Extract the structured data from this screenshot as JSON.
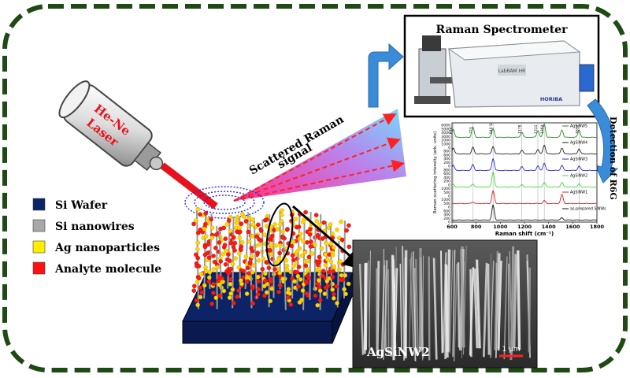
{
  "spectrometer": {
    "title": "Raman Spectrometer",
    "model_text": "LabRAM HR",
    "brand": "HORIBA"
  },
  "laser": {
    "label_line1": "He-Ne",
    "label_line2": "Laser",
    "color": "#e8101a"
  },
  "scatter": {
    "label_line1": "Scattered Raman",
    "label_line2": "signal"
  },
  "detection": {
    "label": "Detection of R6G"
  },
  "legend": [
    {
      "label": "Si Wafer",
      "color": "#0c2466"
    },
    {
      "label": "Si nanowires",
      "color": "#a8a8a8"
    },
    {
      "label": "Ag nanoparticles",
      "color": "#ffee00"
    },
    {
      "label": "Analyte molecule",
      "color": "#ff1010"
    }
  ],
  "sem": {
    "label": "AgSiNW2",
    "scale_text": "1 μm"
  },
  "border_color": "#1f4a14",
  "chart_data": {
    "type": "line",
    "xlabel": "Raman shift (cm⁻¹)",
    "ylabel": "Raman scattering intensity (arb. units)",
    "xlim": [
      600,
      1800
    ],
    "x_ticks": [
      600,
      800,
      1000,
      1200,
      1400,
      1600,
      1800
    ],
    "peak_labels": [
      "610",
      "773",
      "940 Si",
      "1178",
      "1311",
      "1364",
      "1652"
    ],
    "peak_positions": [
      610,
      773,
      940,
      1178,
      1311,
      1364,
      1652
    ],
    "y_ticks_visible": [
      "6000",
      "5000",
      "4000",
      "3000",
      "2000",
      "1000",
      "0",
      "800",
      "600",
      "400",
      "200",
      "0",
      "800",
      "600",
      "400",
      "200",
      "0",
      "1000",
      "500",
      "0",
      "1000",
      "500",
      "0",
      "600",
      "400",
      "200",
      "0"
    ],
    "series": [
      {
        "name": "AgSiNW5",
        "color": "#2b8a2b",
        "peaks": [
          [
            610,
            0.55
          ],
          [
            773,
            0.7
          ],
          [
            940,
            0.6
          ],
          [
            1178,
            0.35
          ],
          [
            1311,
            0.45
          ],
          [
            1364,
            0.9
          ],
          [
            1510,
            0.5
          ],
          [
            1652,
            0.5
          ]
        ]
      },
      {
        "name": "AgSiNW4",
        "color": "#222222",
        "peaks": [
          [
            610,
            0.4
          ],
          [
            773,
            0.45
          ],
          [
            940,
            0.5
          ],
          [
            1178,
            0.25
          ],
          [
            1311,
            0.3
          ],
          [
            1364,
            0.6
          ],
          [
            1510,
            0.4
          ],
          [
            1652,
            0.35
          ]
        ]
      },
      {
        "name": "AgSiNW3",
        "color": "#2a2acc",
        "peaks": [
          [
            610,
            0.35
          ],
          [
            773,
            0.4
          ],
          [
            940,
            0.8
          ],
          [
            1178,
            0.25
          ],
          [
            1311,
            0.3
          ],
          [
            1364,
            0.5
          ],
          [
            1510,
            0.35
          ],
          [
            1652,
            0.3
          ]
        ]
      },
      {
        "name": "AgSiNW2",
        "color": "#3adc3a",
        "peaks": [
          [
            610,
            0.15
          ],
          [
            773,
            0.2
          ],
          [
            940,
            1.0
          ],
          [
            1178,
            0.15
          ],
          [
            1364,
            0.3
          ],
          [
            1510,
            0.3
          ],
          [
            1652,
            0.2
          ]
        ]
      },
      {
        "name": "AgSiNW1",
        "color": "#d42020",
        "peaks": [
          [
            773,
            0.1
          ],
          [
            940,
            0.85
          ],
          [
            1364,
            0.2
          ],
          [
            1510,
            0.6
          ]
        ]
      },
      {
        "name": "as-prepared SiNWs",
        "color": "#111111",
        "peaks": [
          [
            940,
            1.0
          ],
          [
            1510,
            0.15
          ]
        ]
      }
    ]
  }
}
